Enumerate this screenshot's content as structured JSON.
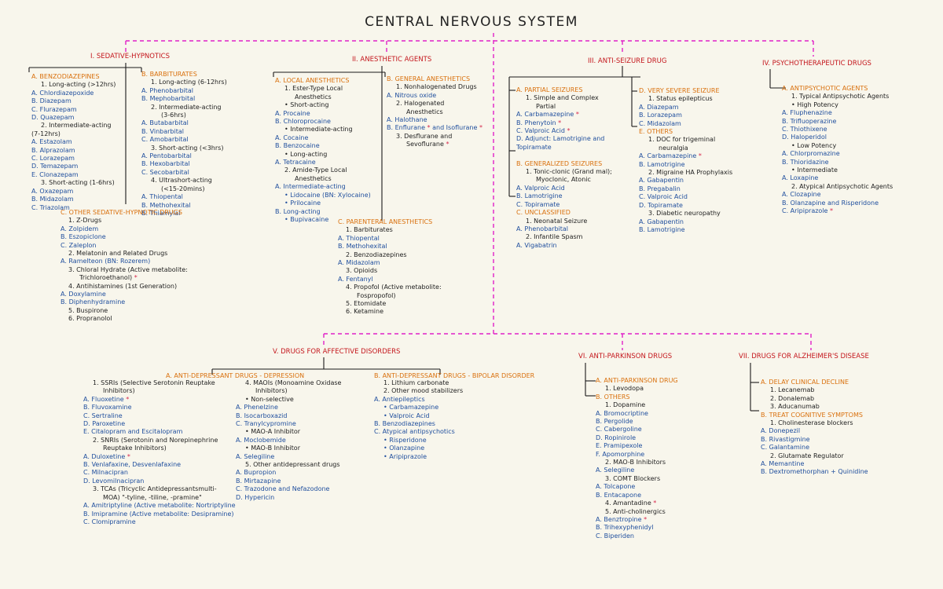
{
  "title": "CENTRAL NERVOUS SYSTEM",
  "colors": {
    "heading": "#c4161c",
    "subheading": "#d9700d",
    "drug": "#1f4e9d",
    "asterisk": "#d6284b",
    "connector": "#e020c8"
  },
  "sections": {
    "s1": "I. SEDATIVE-HYPNOTICS",
    "s2": "II. ANESTHETIC AGENTS",
    "s3": "III. ANTI-SEIZURE DRUG",
    "s4": "IV. PSYCHOTHERAPEUTIC DRUGS",
    "s5": "V. DRUGS FOR AFFECTIVE DISORDERS",
    "s6": "VI. ANTI-PARKINSON DRUGS",
    "s7": "VII. DRUGS FOR ALZHEIMER'S DISEASE"
  },
  "columns": {
    "benzo": [
      {
        "t": "A. BENZODIAZEPINES",
        "k": "sub"
      },
      {
        "t": "1.   Long-acting (>12hrs)",
        "k": "txt",
        "i": 12
      },
      {
        "t": "A. Chlordiazepoxide",
        "k": "drug"
      },
      {
        "t": "B. Diazepam",
        "k": "drug"
      },
      {
        "t": "C. Flurazepam",
        "k": "drug"
      },
      {
        "t": "D. Quazepam",
        "k": "drug"
      },
      {
        "t": "2.   Intermediate-acting",
        "k": "txt",
        "i": 12
      },
      {
        "t": "(7-12hrs)",
        "k": "txt"
      },
      {
        "t": "A. Estazolam",
        "k": "drug"
      },
      {
        "t": "B. Alprazolam",
        "k": "drug"
      },
      {
        "t": "C. Lorazepam",
        "k": "drug"
      },
      {
        "t": "D. Temazepam",
        "k": "drug"
      },
      {
        "t": "E. Clonazepam",
        "k": "drug"
      },
      {
        "t": "3.   Short-acting (1-6hrs)",
        "k": "txt",
        "i": 12
      },
      {
        "t": "A. Oxazepam",
        "k": "drug"
      },
      {
        "t": "B. Midazolam",
        "k": "drug"
      },
      {
        "t": "C. Triazolam",
        "k": "drug"
      }
    ],
    "barb": [
      {
        "t": "B. BARBITURATES",
        "k": "sub"
      },
      {
        "t": "1.   Long-acting (6-12hrs)",
        "k": "txt",
        "i": 12
      },
      {
        "t": "A. Phenobarbital",
        "k": "drug"
      },
      {
        "t": "B. Mephobarbital",
        "k": "drug"
      },
      {
        "t": "2.   Intermediate-acting",
        "k": "txt",
        "i": 12
      },
      {
        "t": "(3-6hrs)",
        "k": "txt",
        "i": 25
      },
      {
        "t": "A. Butabarbital",
        "k": "drug"
      },
      {
        "t": "B. Vinbarbital",
        "k": "drug"
      },
      {
        "t": "C. Amobarbital",
        "k": "drug"
      },
      {
        "t": "3.   Short-acting (<3hrs)",
        "k": "txt",
        "i": 12
      },
      {
        "t": "A. Pentobarbital",
        "k": "drug"
      },
      {
        "t": "B. Hexobarbital",
        "k": "drug"
      },
      {
        "t": "C. Secobarbital",
        "k": "drug"
      },
      {
        "t": "4.   Ultrashort-acting",
        "k": "txt",
        "i": 12
      },
      {
        "t": "(<15-20mins)",
        "k": "txt",
        "i": 25
      },
      {
        "t": "A. Thiopental",
        "k": "drug"
      },
      {
        "t": "B. Methohexital",
        "k": "drug"
      },
      {
        "t": "B. Thiamylal",
        "k": "drug"
      }
    ],
    "other_sed": [
      {
        "t": "C. OTHER SEDATIVE-HYPNOTIC DRUGS",
        "k": "sub"
      },
      {
        "t": "1.   Z-Drugs",
        "k": "txt",
        "i": 10
      },
      {
        "t": "A. Zolpidem",
        "k": "drug"
      },
      {
        "t": "B. Eszopiclone",
        "k": "drug"
      },
      {
        "t": "C. Zaleplon",
        "k": "drug"
      },
      {
        "t": "2.   Melatonin and Related Drugs",
        "k": "txt",
        "i": 10
      },
      {
        "t": "A. Ramelteon (BN: Rozerem)",
        "k": "drug"
      },
      {
        "t": "3.   Chloral Hydrate (Active metabolite:",
        "k": "txt",
        "i": 10
      },
      {
        "t": "Trichloroethanol)",
        "k": "txt",
        "i": 24,
        "star": true
      },
      {
        "t": "4.   Antihistamines (1st Generation)",
        "k": "txt",
        "i": 10
      },
      {
        "t": "A. Doxylamine",
        "k": "drug"
      },
      {
        "t": "B. Diphenhydramine",
        "k": "drug"
      },
      {
        "t": "5.   Buspirone",
        "k": "txt",
        "i": 10
      },
      {
        "t": "6.   Propranolol",
        "k": "txt",
        "i": 10
      }
    ],
    "local": [
      {
        "t": "A. LOCAL ANESTHETICS",
        "k": "sub"
      },
      {
        "t": "1.   Ester-Type Local",
        "k": "txt",
        "i": 12
      },
      {
        "t": "Anesthetics",
        "k": "txt",
        "i": 25
      },
      {
        "t": "•    Short-acting",
        "k": "txt",
        "i": 12
      },
      {
        "t": "A. Procaine",
        "k": "drug"
      },
      {
        "t": "B. Chloroprocaine",
        "k": "drug"
      },
      {
        "t": "•    Intermediate-acting",
        "k": "txt",
        "i": 12
      },
      {
        "t": "A. Cocaine",
        "k": "drug"
      },
      {
        "t": "B. Benzocaine",
        "k": "drug"
      },
      {
        "t": "•    Long-acting",
        "k": "txt",
        "i": 12
      },
      {
        "t": "A. Tetracaine",
        "k": "drug"
      },
      {
        "t": "2.   Amide-Type Local",
        "k": "txt",
        "i": 12
      },
      {
        "t": "Anesthetics",
        "k": "txt",
        "i": 25
      },
      {
        "t": "A. Intermediate-acting",
        "k": "drug"
      },
      {
        "t": "•    Lidocaine (BN: Xylocaine)",
        "k": "drug",
        "i": 12
      },
      {
        "t": "•    Prilocaine",
        "k": "drug",
        "i": 12
      },
      {
        "t": "B. Long-acting",
        "k": "drug"
      },
      {
        "t": "•    Bupivacaine",
        "k": "drug",
        "i": 12
      }
    ],
    "general": [
      {
        "t": "B. GENERAL ANESTHETICS",
        "k": "sub"
      },
      {
        "t": "1.   Nonhalogenated Drugs",
        "k": "txt",
        "i": 12
      },
      {
        "t": "A. Nitrous oxide",
        "k": "drug"
      },
      {
        "t": "2.   Halogenated",
        "k": "txt",
        "i": 12
      },
      {
        "t": "Anesthetics",
        "k": "txt",
        "i": 25
      },
      {
        "t": "A. Halothane",
        "k": "drug"
      },
      {
        "t": "B. Enflurane * and Isoflurane *",
        "k": "drug"
      },
      {
        "t": "3.   Desflurane and",
        "k": "txt",
        "i": 12
      },
      {
        "t": "Sevoflurane",
        "k": "txt",
        "i": 25,
        "star": true
      }
    ],
    "parenteral": [
      {
        "t": "C. PARENTERAL ANESTHETICS",
        "k": "sub"
      },
      {
        "t": "1.   Barbiturates",
        "k": "txt",
        "i": 10
      },
      {
        "t": "A. Thiopental",
        "k": "drug"
      },
      {
        "t": "B. Methohexital",
        "k": "drug"
      },
      {
        "t": "2.   Benzodiazepines",
        "k": "txt",
        "i": 10
      },
      {
        "t": "A. Midazolam",
        "k": "drug"
      },
      {
        "t": "3.   Opioids",
        "k": "txt",
        "i": 10
      },
      {
        "t": "A. Fentanyl",
        "k": "drug"
      },
      {
        "t": "4.   Propofol (Active metabolite:",
        "k": "txt",
        "i": 10
      },
      {
        "t": "Fospropofol)",
        "k": "txt",
        "i": 24
      },
      {
        "t": "5.   Etomidate",
        "k": "txt",
        "i": 10
      },
      {
        "t": "6.   Ketamine",
        "k": "txt",
        "i": 10
      }
    ],
    "seiz1": [
      {
        "t": "A. PARTIAL SEIZURES",
        "k": "sub"
      },
      {
        "t": "1.   Simple and Complex",
        "k": "txt",
        "i": 12
      },
      {
        "t": "Partial",
        "k": "txt",
        "i": 25
      },
      {
        "t": "A. Carbamazepine *",
        "k": "drug"
      },
      {
        "t": "B. Phenytoin *",
        "k": "drug"
      },
      {
        "t": "C. Valproic Acid *",
        "k": "drug"
      },
      {
        "t": "D. Adjunct: Lamotrigine and",
        "k": "drug"
      },
      {
        "t": "Topiramate",
        "k": "drug"
      },
      {
        "t": "",
        "k": "txt"
      },
      {
        "t": "B. GENERALIZED SEIZURES",
        "k": "sub"
      },
      {
        "t": "1.   Tonic-clonic (Grand mal);",
        "k": "txt",
        "i": 12
      },
      {
        "t": "Myoclonic, Atonic",
        "k": "txt",
        "i": 25
      },
      {
        "t": "A. Valproic Acid",
        "k": "drug"
      },
      {
        "t": "B. Lamotrigine",
        "k": "drug"
      },
      {
        "t": "C. Topiramate",
        "k": "drug"
      },
      {
        "t": "C. UNCLASSIFIED",
        "k": "sub"
      },
      {
        "t": "1.   Neonatal Seizure",
        "k": "txt",
        "i": 12
      },
      {
        "t": "A. Phenobarbital",
        "k": "drug"
      },
      {
        "t": "2.   Infantile Spasm",
        "k": "txt",
        "i": 12
      },
      {
        "t": "A. Vigabatrin",
        "k": "drug"
      }
    ],
    "seiz2": [
      {
        "t": "D. VERY SEVERE SEIZURE",
        "k": "sub"
      },
      {
        "t": "1.   Status epilepticus",
        "k": "txt",
        "i": 12
      },
      {
        "t": "A. Diazepam",
        "k": "drug"
      },
      {
        "t": "B. Lorazepam",
        "k": "drug"
      },
      {
        "t": "C. Midazolam",
        "k": "drug"
      },
      {
        "t": "E. OTHERS",
        "k": "sub"
      },
      {
        "t": "1.   DOC for trigeminal",
        "k": "txt",
        "i": 12
      },
      {
        "t": "neuralgia",
        "k": "txt",
        "i": 25
      },
      {
        "t": "A. Carbamazepine *",
        "k": "drug"
      },
      {
        "t": "B. Lamotrigine",
        "k": "drug"
      },
      {
        "t": "2.   Migraine HA Prophylaxis",
        "k": "txt",
        "i": 12
      },
      {
        "t": "A. Gabapentin",
        "k": "drug"
      },
      {
        "t": "B. Pregabalin",
        "k": "drug"
      },
      {
        "t": "C. Valproic Acid",
        "k": "drug"
      },
      {
        "t": "D. Topiramate",
        "k": "drug"
      },
      {
        "t": "3.   Diabetic neuropathy",
        "k": "txt",
        "i": 12
      },
      {
        "t": "A. Gabapentin",
        "k": "drug"
      },
      {
        "t": "B. Lamotrigine",
        "k": "drug"
      }
    ],
    "psych": [
      {
        "t": "A. ANTIPSYCHOTIC AGENTS",
        "k": "sub"
      },
      {
        "t": "1.   Typical Antipsychotic Agents",
        "k": "txt",
        "i": 12
      },
      {
        "t": "•    High Potency",
        "k": "txt",
        "i": 12
      },
      {
        "t": "A. Fluphenazine",
        "k": "drug"
      },
      {
        "t": "B. Trifluoperazine",
        "k": "drug"
      },
      {
        "t": "C. Thiothixene",
        "k": "drug"
      },
      {
        "t": "D. Haloperidol",
        "k": "drug"
      },
      {
        "t": "•    Low Potency",
        "k": "txt",
        "i": 12
      },
      {
        "t": "A. Chlorpromazine",
        "k": "drug"
      },
      {
        "t": "B. Thioridazine",
        "k": "drug"
      },
      {
        "t": "•    Intermediate",
        "k": "txt",
        "i": 12
      },
      {
        "t": "A. Loxapine",
        "k": "drug"
      },
      {
        "t": "2.   Atypical Antipsychotic Agents",
        "k": "txt",
        "i": 12
      },
      {
        "t": "A. Clozapine",
        "k": "drug"
      },
      {
        "t": "B. Olanzapine and Risperidone",
        "k": "drug"
      },
      {
        "t": "C. Aripiprazole *",
        "k": "drug"
      }
    ],
    "ad1": [
      {
        "t": "1.   SSRIs (Selective Serotonin Reuptake",
        "k": "txt",
        "i": 12
      },
      {
        "t": "Inhibitors)",
        "k": "txt",
        "i": 25
      },
      {
        "t": "A. Fluoxetine *",
        "k": "drug"
      },
      {
        "t": "B. Fluvoxamine",
        "k": "drug"
      },
      {
        "t": "C. Sertraline",
        "k": "drug"
      },
      {
        "t": "D. Paroxetine",
        "k": "drug"
      },
      {
        "t": "E. Citalopram and Escitalopram",
        "k": "drug"
      },
      {
        "t": "2.   SNRIs (Serotonin and Norepinephrine",
        "k": "txt",
        "i": 12
      },
      {
        "t": "Reuptake Inhibitors)",
        "k": "txt",
        "i": 25
      },
      {
        "t": "A. Duloxetine *",
        "k": "drug"
      },
      {
        "t": "B. Venlafaxine, Desvenlafaxine",
        "k": "drug"
      },
      {
        "t": "C. Milnacipran",
        "k": "drug"
      },
      {
        "t": "D. Levomilnacipran",
        "k": "drug"
      },
      {
        "t": "3.   TCAs (Tricyclic Antidepressantsmulti-",
        "k": "txt",
        "i": 12
      },
      {
        "t": "MOA) \"-tyline, -tiline, -pramine\"",
        "k": "txt",
        "i": 25
      },
      {
        "t": "A. Amitriptyline (Active metabolite: Nortriptyline",
        "k": "drug"
      },
      {
        "t": "B. Imipramine (Active metabolite: Desipramine)",
        "k": "drug"
      },
      {
        "t": "C. Clomipramine",
        "k": "drug"
      }
    ],
    "ad2": [
      {
        "t": "4.   MAOIs (Monoamine Oxidase",
        "k": "txt",
        "i": 12
      },
      {
        "t": "Inhibitors)",
        "k": "txt",
        "i": 25
      },
      {
        "t": "•    Non-selective",
        "k": "txt",
        "i": 12
      },
      {
        "t": "A. Phenelzine",
        "k": "drug"
      },
      {
        "t": "B. Isocarboxazid",
        "k": "drug"
      },
      {
        "t": "C. Tranylcypromine",
        "k": "drug"
      },
      {
        "t": "•    MAO-A Inhibitor",
        "k": "txt",
        "i": 12
      },
      {
        "t": "A. Moclobemide",
        "k": "drug"
      },
      {
        "t": "•    MAO-B Inhibitor",
        "k": "txt",
        "i": 12
      },
      {
        "t": "A. Selegiline",
        "k": "drug"
      },
      {
        "t": "5.   Other antidepressant drugs",
        "k": "txt",
        "i": 12
      },
      {
        "t": "A. Bupropion",
        "k": "drug"
      },
      {
        "t": "B. Mirtazapine",
        "k": "drug"
      },
      {
        "t": "C. Trazodone and Nefazodone",
        "k": "drug"
      },
      {
        "t": "D. Hypericin",
        "k": "drug"
      }
    ],
    "bipolar": [
      {
        "t": "1.   Lithium carbonate",
        "k": "txt",
        "i": 12
      },
      {
        "t": "2.   Other mood stabilizers",
        "k": "txt",
        "i": 12
      },
      {
        "t": "A. Antiepileptics",
        "k": "drug"
      },
      {
        "t": "•    Carbamazepine",
        "k": "drug",
        "i": 12
      },
      {
        "t": "•    Valproic Acid",
        "k": "drug",
        "i": 12
      },
      {
        "t": "B. Benzodiazepines",
        "k": "drug"
      },
      {
        "t": "C. Atypical antipsychotics",
        "k": "drug"
      },
      {
        "t": "•    Risperidone",
        "k": "drug",
        "i": 12
      },
      {
        "t": "•    Olanzapine",
        "k": "drug",
        "i": 12
      },
      {
        "t": "•    Aripiprazole",
        "k": "drug",
        "i": 12
      }
    ],
    "parkinson": [
      {
        "t": "A. ANTI-PARKINSON DRUG",
        "k": "sub"
      },
      {
        "t": "1.   Levodopa",
        "k": "txt",
        "i": 12
      },
      {
        "t": "B. OTHERS",
        "k": "sub"
      },
      {
        "t": "1.   Dopamine",
        "k": "txt",
        "i": 12
      },
      {
        "t": "A. Bromocriptine",
        "k": "drug"
      },
      {
        "t": "B. Pergolide",
        "k": "drug"
      },
      {
        "t": "C. Cabergoline",
        "k": "drug"
      },
      {
        "t": "D. Ropinirole",
        "k": "drug"
      },
      {
        "t": "E. Pramipexole",
        "k": "drug"
      },
      {
        "t": "F. Apomorphine",
        "k": "drug"
      },
      {
        "t": "2.   MAO-B Inhibitors",
        "k": "txt",
        "i": 12
      },
      {
        "t": "A. Selegiline",
        "k": "drug"
      },
      {
        "t": "3.   COMT Blockers",
        "k": "txt",
        "i": 12
      },
      {
        "t": "A. Tolcapone",
        "k": "drug"
      },
      {
        "t": "B. Entacapone",
        "k": "drug"
      },
      {
        "t": "4.   Amantadine",
        "k": "txt",
        "i": 12,
        "star": true
      },
      {
        "t": "5.   Anti-cholinergics",
        "k": "txt",
        "i": 12
      },
      {
        "t": "A. Benztropine *",
        "k": "drug"
      },
      {
        "t": "B. Trihexyphenidyl",
        "k": "drug"
      },
      {
        "t": "C. Biperiden",
        "k": "drug"
      }
    ],
    "alz": [
      {
        "t": "A. DELAY CLINICAL DECLINE",
        "k": "sub"
      },
      {
        "t": "1.   Lecanemab",
        "k": "txt",
        "i": 12
      },
      {
        "t": "2.   Donalemab",
        "k": "txt",
        "i": 12
      },
      {
        "t": "3.   Aducanumab",
        "k": "txt",
        "i": 12
      },
      {
        "t": "B. TREAT COGNITIVE SYMPTOMS",
        "k": "sub"
      },
      {
        "t": "1.   Cholinesterase blockers",
        "k": "txt",
        "i": 12
      },
      {
        "t": "A. Donepezil",
        "k": "drug"
      },
      {
        "t": "B. Rivastigmine",
        "k": "drug"
      },
      {
        "t": "C. Galantamine",
        "k": "drug"
      },
      {
        "t": "2.   Glutamate Regulator",
        "k": "txt",
        "i": 12
      },
      {
        "t": "A. Memantine",
        "k": "drug"
      },
      {
        "t": "B. Dextromethorphan + Quinidine",
        "k": "drug"
      }
    ]
  },
  "subheads": {
    "ad_dep": "A. ANTI-DEPRESSANT DRUGS - DEPRESSION",
    "ad_bip": "B. ANTI-DEPRESSANT DRUGS - BIPOLAR DISORDER"
  }
}
